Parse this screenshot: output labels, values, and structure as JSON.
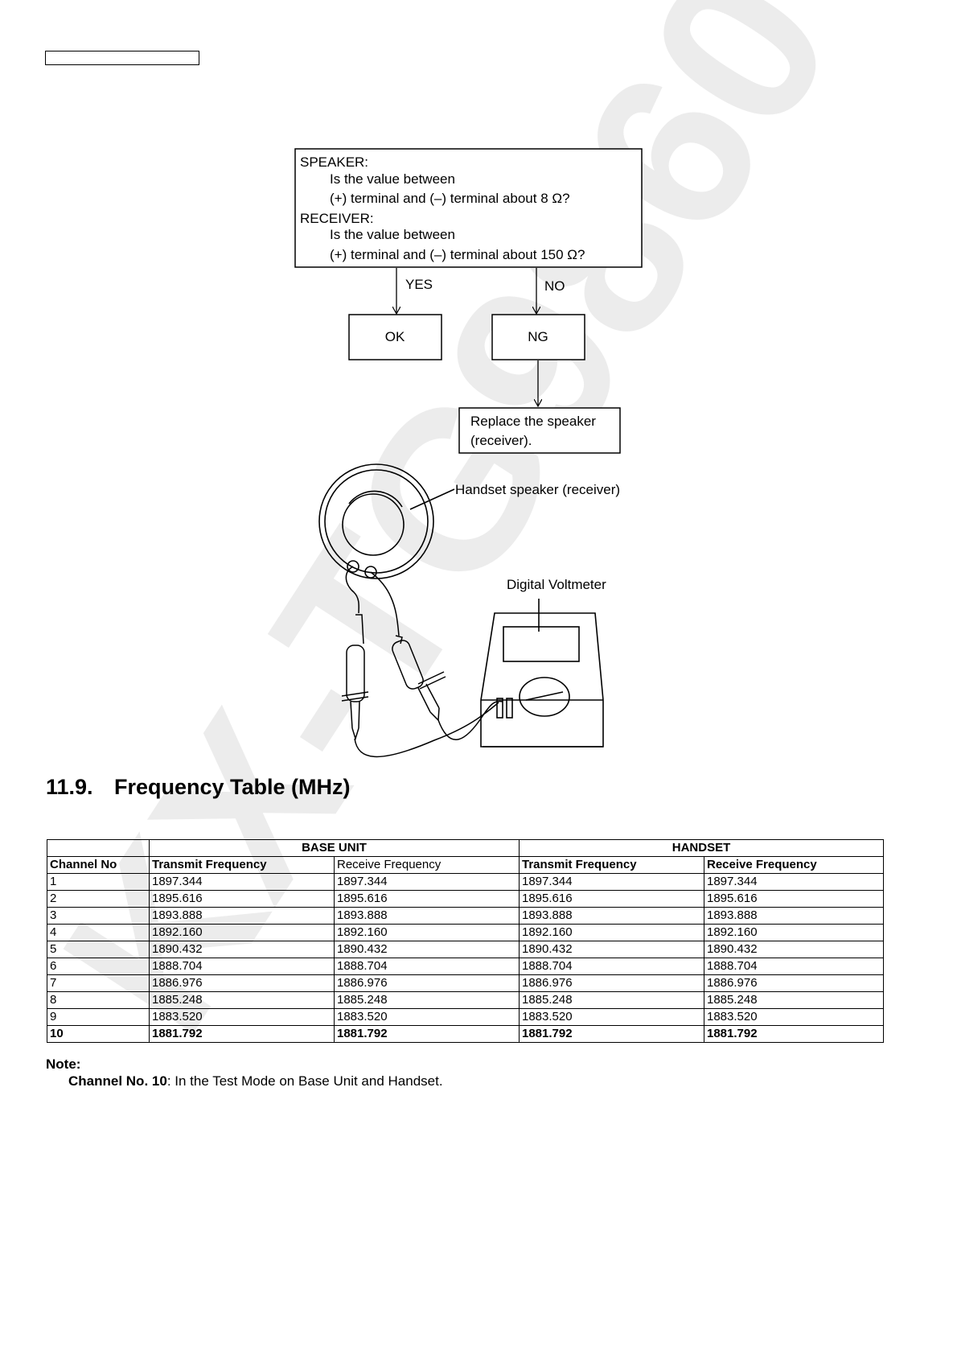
{
  "flowchart": {
    "question": {
      "speaker_label": "SPEAKER:",
      "speaker_line1": "Is the value between",
      "speaker_line2": "(+) terminal and (–) terminal about 8 Ω?",
      "receiver_label": "RECEIVER:",
      "receiver_line1": "Is the value between",
      "receiver_line2": "(+) terminal and (–) terminal about 150 Ω?"
    },
    "yes_label": "YES",
    "no_label": "NO",
    "ok_label": "OK",
    "ng_label": "NG",
    "replace_line1": "Replace the speaker",
    "replace_line2": "(receiver)."
  },
  "illustration": {
    "speaker_label": "Handset speaker (receiver)",
    "voltmeter_label": "Digital Voltmeter"
  },
  "section": {
    "number": "11.9.",
    "title": "Frequency Table (MHz)"
  },
  "table": {
    "group_headers": [
      "BASE UNIT",
      "HANDSET"
    ],
    "columns": [
      "Channel No",
      "Transmit Frequency",
      "Receive Frequency",
      "Transmit Frequency",
      "Receive Frequency"
    ],
    "rows": [
      [
        "1",
        "1897.344",
        "1897.344",
        "1897.344",
        "1897.344"
      ],
      [
        "2",
        "1895.616",
        "1895.616",
        "1895.616",
        "1895.616"
      ],
      [
        "3",
        "1893.888",
        "1893.888",
        "1893.888",
        "1893.888"
      ],
      [
        "4",
        "1892.160",
        "1892.160",
        "1892.160",
        "1892.160"
      ],
      [
        "5",
        "1890.432",
        "1890.432",
        "1890.432",
        "1890.432"
      ],
      [
        "6",
        "1888.704",
        "1888.704",
        "1888.704",
        "1888.704"
      ],
      [
        "7",
        "1886.976",
        "1886.976",
        "1886.976",
        "1886.976"
      ],
      [
        "8",
        "1885.248",
        "1885.248",
        "1885.248",
        "1885.248"
      ],
      [
        "9",
        "1883.520",
        "1883.520",
        "1883.520",
        "1883.520"
      ],
      [
        "10",
        "1881.792",
        "1881.792",
        "1881.792",
        "1881.792"
      ]
    ]
  },
  "note": {
    "label": "Note:",
    "bold_part": "Channel No. 10",
    "text": ": In the Test Mode on Base Unit and Handset."
  },
  "watermark": {
    "text": "KX-TG9860",
    "color": "#ececec"
  }
}
